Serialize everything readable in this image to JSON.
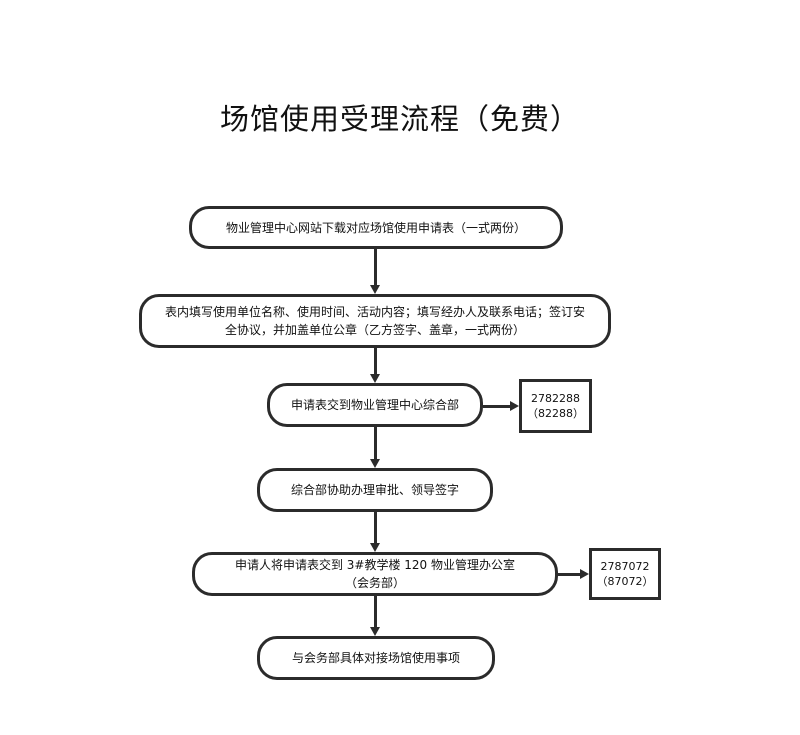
{
  "title": "场馆使用受理流程（免费）",
  "steps": [
    {
      "text": "物业管理中心网站下载对应场馆使用申请表（一式两份）"
    },
    {
      "line1": "表内填写使用单位名称、使用时间、活动内容；填写经办人及联系电话；签订安",
      "line2": "全协议，并加盖单位公章（乙方签字、盖章，一式两份）"
    },
    {
      "text": "申请表交到物业管理中心综合部"
    },
    {
      "text": "综合部协助办理审批、领导签字"
    },
    {
      "line1": "申请人将申请表交到 3#教学楼 120 物业管理办公室",
      "line2": "（会务部）"
    },
    {
      "text": "与会务部具体对接场馆使用事项"
    }
  ],
  "notes": [
    {
      "phone": "2782288",
      "ext": "（82288）"
    },
    {
      "phone": "2787072",
      "ext": "（87072）"
    }
  ]
}
